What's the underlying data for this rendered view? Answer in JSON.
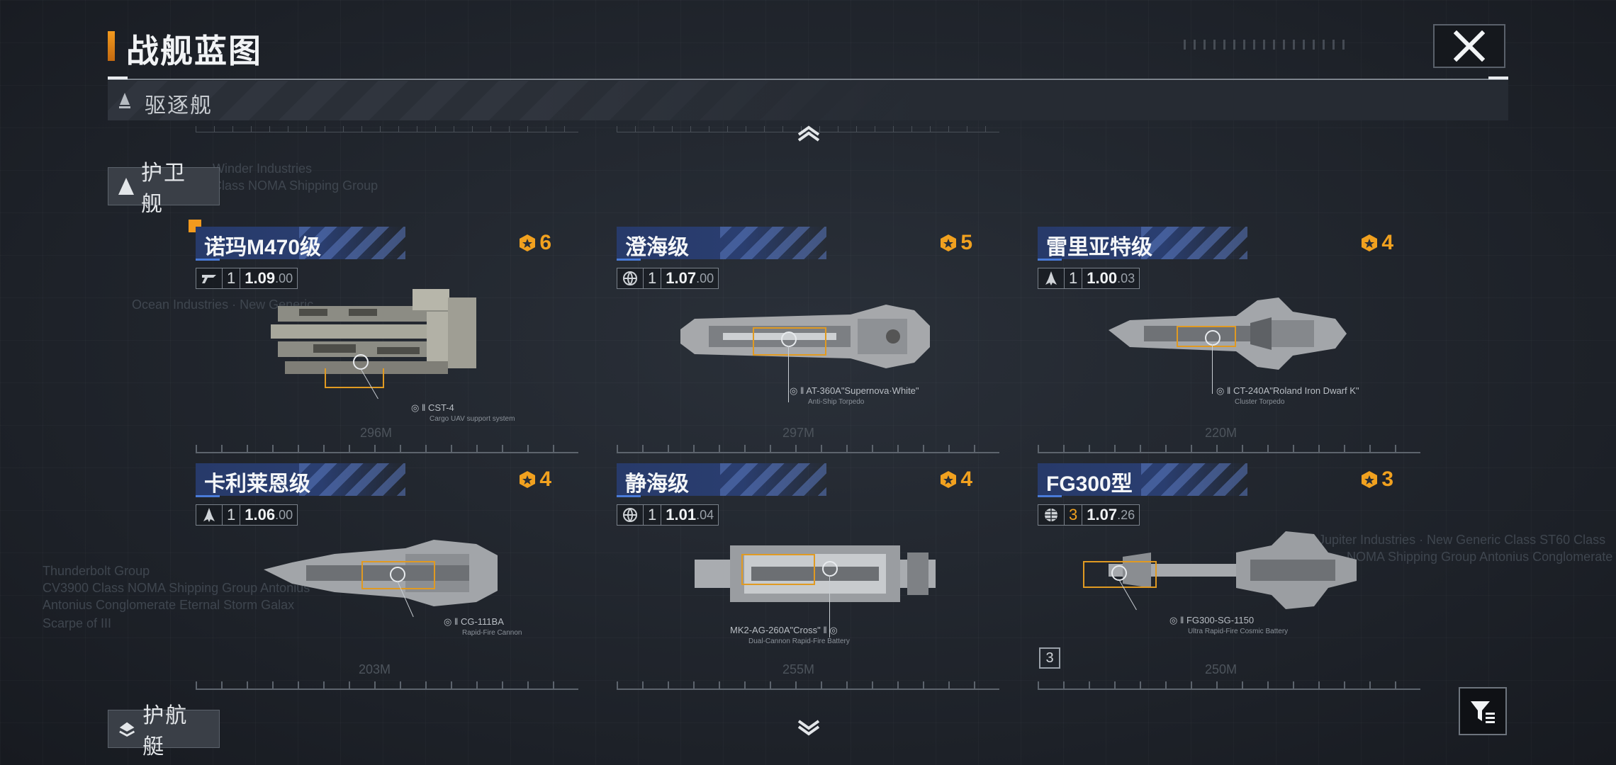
{
  "header": {
    "title": "战舰蓝图"
  },
  "category": {
    "label": "驱逐舰"
  },
  "subtabs": {
    "frigate": "护卫舰",
    "corvette": "护航艇"
  },
  "ghost": {
    "line1": "Winder Industries",
    "line2": "Class NOMA Shipping Group",
    "line3": "Ocean Industries · New Generic",
    "left1": "Thunderbolt Group",
    "left2": "CV3900 Class NOMA Shipping Group Antonius",
    "left3": "Antonius Conglomerate Eternal Storm Galax",
    "left4": "Scarpe of III",
    "right1": "Jupiter Industries · New Generic Class ST60 Class",
    "right2": "NOMA Shipping Group Antonius Conglomerate"
  },
  "colors": {
    "accent_orange": "#f1a11f",
    "name_bar_blue": "#273a6a",
    "bracket_orange": "#e09a22"
  },
  "ships": [
    {
      "name": "诺玛M470级",
      "rank": "6",
      "tier": "1",
      "version": "1.09",
      "version_minor": ".00",
      "weapon": "CST-4",
      "weapon_sub": "Cargo UAV support system",
      "length": "296M",
      "faction_icon": "nomad-logo-icon"
    },
    {
      "name": "澄海级",
      "rank": "5",
      "tier": "1",
      "version": "1.07",
      "version_minor": ".00",
      "weapon": "AT-360A\"Supernova·White\"",
      "weapon_sub": "Anti-Ship Torpedo",
      "length": "297M",
      "faction_icon": "globe-emblem-icon"
    },
    {
      "name": "雷里亚特级",
      "rank": "4",
      "tier": "1",
      "version": "1.00",
      "version_minor": ".03",
      "weapon": "CT-240A\"Roland Iron Dwarf K\"",
      "weapon_sub": "Cluster Torpedo",
      "length": "220M",
      "faction_icon": "rocket-emblem-icon"
    },
    {
      "name": "卡利莱恩级",
      "rank": "4",
      "tier": "1",
      "version": "1.06",
      "version_minor": ".00",
      "weapon": "CG-111BA",
      "weapon_sub": "Rapid-Fire Cannon",
      "length": "203M",
      "faction_icon": "rocket-emblem-icon"
    },
    {
      "name": "静海级",
      "rank": "4",
      "tier": "1",
      "version": "1.01",
      "version_minor": ".04",
      "weapon": "MK2-AG-260A\"Cross\"",
      "weapon_sub": "Dual-Cannon Rapid-Fire Battery",
      "length": "255M",
      "faction_icon": "globe-emblem-icon"
    },
    {
      "name": "FG300型",
      "rank": "3",
      "tier": "3",
      "version": "1.07",
      "version_minor": ".26",
      "weapon": "FG300-SG-1150",
      "weapon_sub": "Ultra Rapid-Fire Cosmic Battery",
      "length": "250M",
      "faction_icon": "world-emblem-icon"
    }
  ],
  "badge": {
    "count": "3"
  }
}
